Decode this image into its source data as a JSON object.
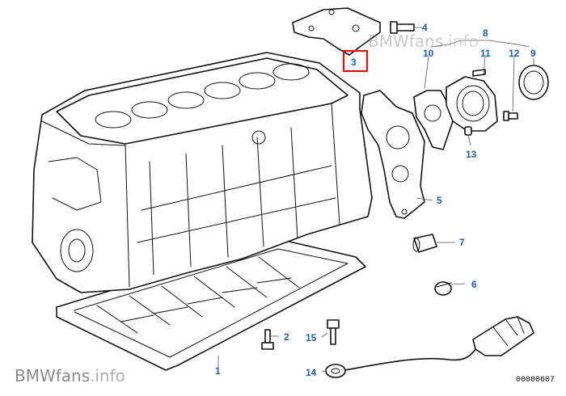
{
  "diagram": {
    "callouts": [
      {
        "id": "1",
        "text": "1"
      },
      {
        "id": "2",
        "text": "2"
      },
      {
        "id": "3",
        "text": "3",
        "highlighted": true
      },
      {
        "id": "4",
        "text": "4"
      },
      {
        "id": "5",
        "text": "5"
      },
      {
        "id": "6",
        "text": "6"
      },
      {
        "id": "7",
        "text": "7"
      },
      {
        "id": "8",
        "text": "8"
      },
      {
        "id": "9",
        "text": "9"
      },
      {
        "id": "10",
        "text": "10"
      },
      {
        "id": "11",
        "text": "11"
      },
      {
        "id": "12",
        "text": "12"
      },
      {
        "id": "13",
        "text": "13"
      },
      {
        "id": "14",
        "text": "14"
      },
      {
        "id": "15",
        "text": "15"
      }
    ],
    "reference_number": "00000607"
  },
  "watermark": {
    "brand": "BMWfans",
    "suffix": ".info"
  },
  "colors": {
    "callout_text": "#1f5ea8",
    "highlight_box": "#e01010",
    "line_art": "#111111"
  }
}
